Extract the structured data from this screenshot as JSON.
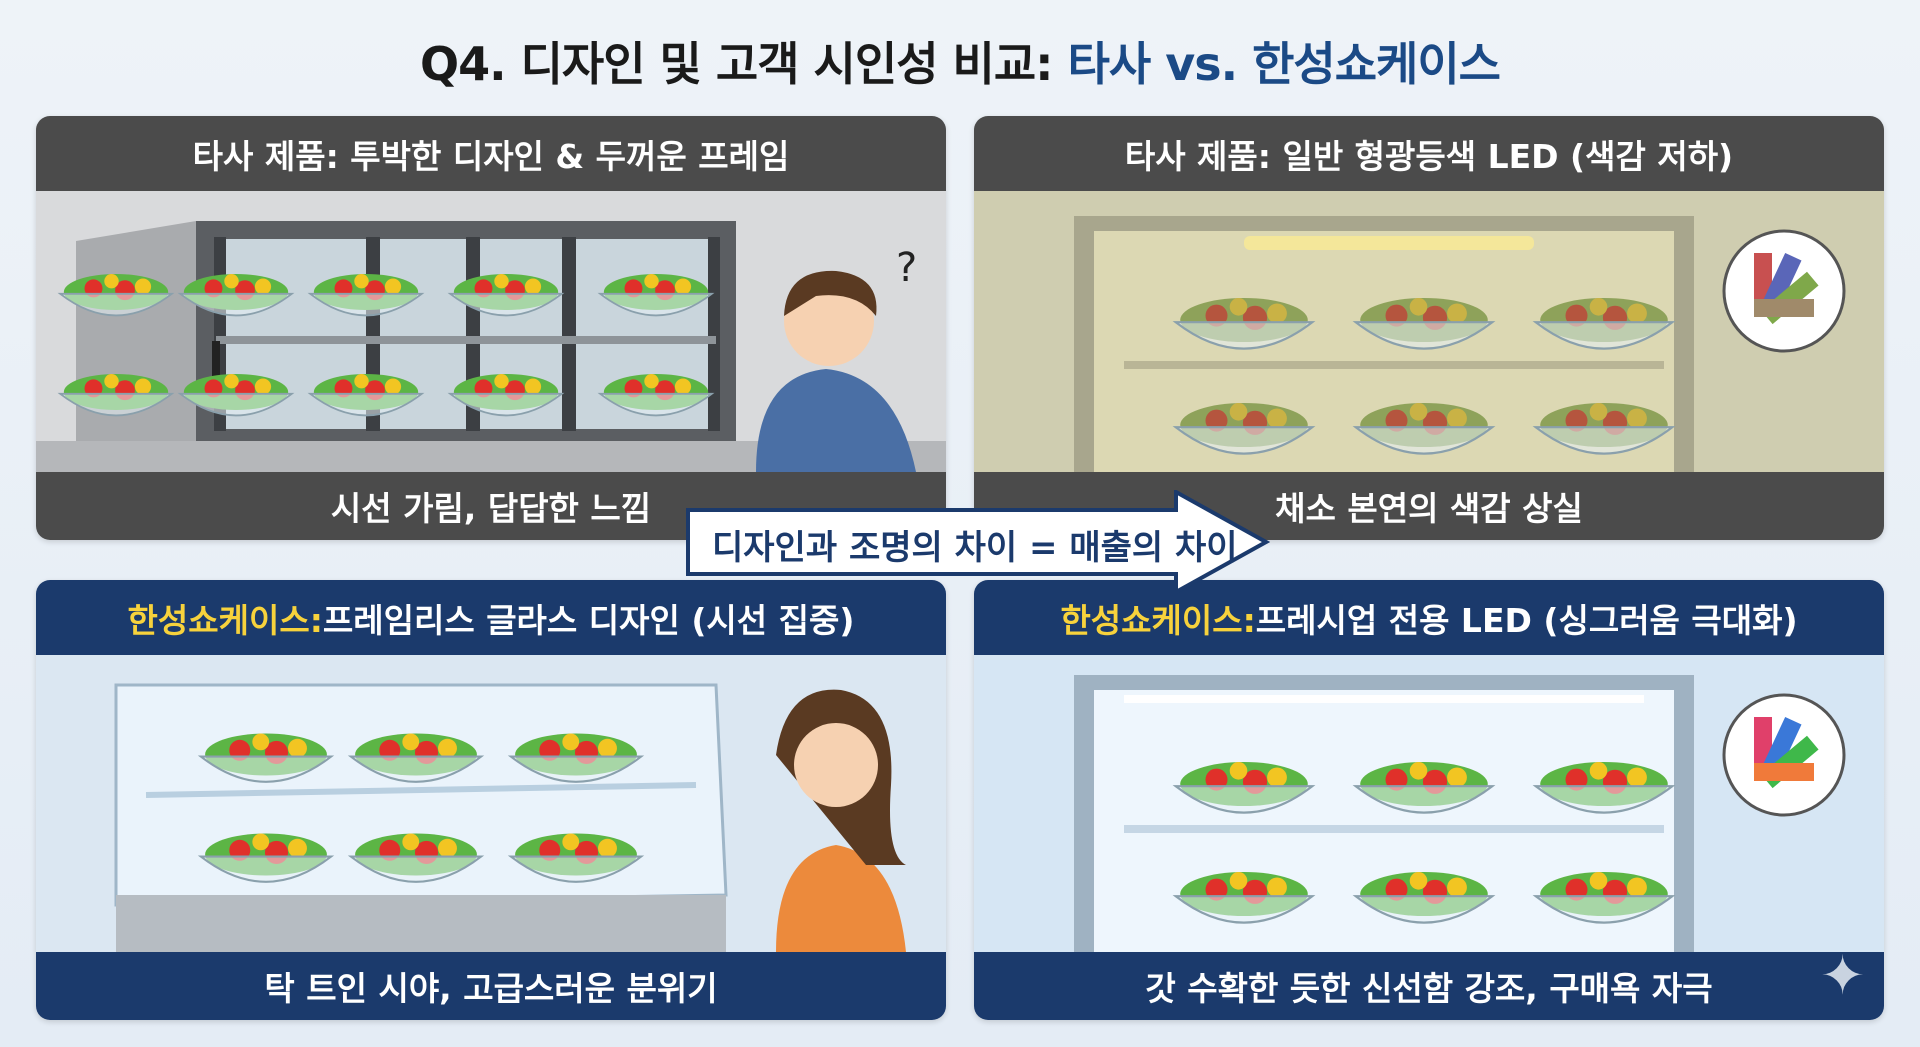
{
  "title": {
    "prefix": "Q4. 디자인 및 고객 시인성 비교: ",
    "highlight": "타사 vs. 한성쇼케이스"
  },
  "panels": {
    "top_left": {
      "header": "타사 제품: 투박한 디자인 & 두꺼운 프레임",
      "footer": "시선 가림, 답답한 느낌",
      "thought": "?"
    },
    "top_right": {
      "header": "타사 제품: 일반 형광등색 LED (색감 저하)",
      "footer": "채소 본연의 색감 상실"
    },
    "bottom_left": {
      "header_brand": "한성쇼케이스:",
      "header_rest": " 프레임리스 글라스 디자인 (시선 집중)",
      "footer": "탁 트인 시야, 고급스러운 분위기"
    },
    "bottom_right": {
      "header_brand": "한성쇼케이스:",
      "header_rest": " 프레시업 전용 LED (싱그러움 극대화)",
      "footer": "갓 수확한 듯한 신선함 강조, 구매욕 자극"
    }
  },
  "arrow": {
    "label": "디자인과 조명의 차이 = 매출의 차이"
  },
  "colors": {
    "dark_bar": "#4b4b4b",
    "navy_bar": "#1b3a6c",
    "brand_yellow": "#f7d23c",
    "title_blue": "#1b4a86"
  }
}
